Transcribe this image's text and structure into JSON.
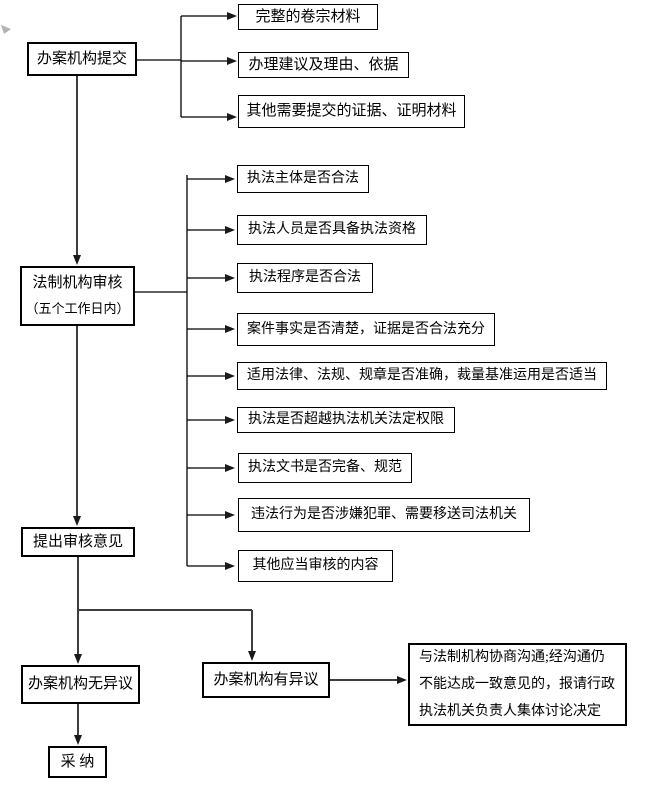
{
  "diagram": {
    "submit": {
      "label": "办案机构提交"
    },
    "submit_items": [
      "完整的卷宗材料",
      "办理建议及理由、依据",
      "其他需要提交的证据、证明材料"
    ],
    "review": {
      "line1": "法制机构审核",
      "line2": "（五个工作日内）"
    },
    "review_items": [
      "执法主体是否合法",
      "执法人员是否具备执法资格",
      "执法程序是否合法",
      "案件事实是否清楚，证据是否合法充分",
      "适用法律、法规、规章是否准确，裁量基准运用是否适当",
      "执法是否超越执法机关法定权限",
      "执法文书是否完备、规范",
      "违法行为是否涉嫌犯罪、需要移送司法机关",
      "其他应当审核的内容"
    ],
    "opinion": {
      "label": "提出审核意见"
    },
    "no_objection": {
      "label": "办案机构无异议"
    },
    "objection": {
      "label": "办案机构有异议"
    },
    "adopt": {
      "label": "采 纳"
    },
    "consult": {
      "lines": [
        "与法制机构协商沟通;经沟通仍",
        "不能达成一致意见的，报请行政",
        "执法机关负责人集体讨论决定"
      ]
    },
    "colors": {
      "background": "#ffffff",
      "line": "#3d3d3d",
      "border": "#000000",
      "text": "#000000"
    }
  }
}
